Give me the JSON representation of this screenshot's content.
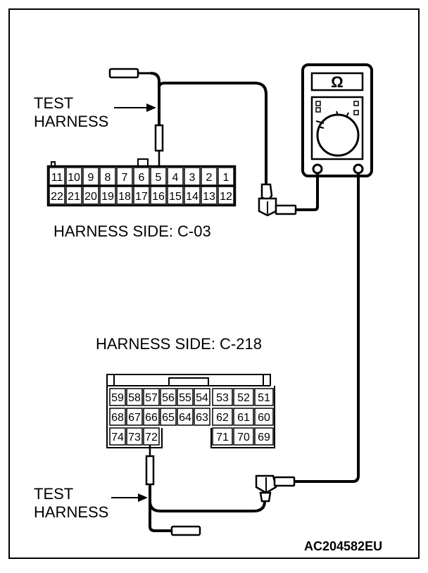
{
  "labels": {
    "test_harness_top": [
      "TEST",
      "HARNESS"
    ],
    "test_harness_bottom": [
      "TEST",
      "HARNESS"
    ],
    "harness_side_c03": "HARNESS SIDE: C-03",
    "harness_side_c218": "HARNESS SIDE: C-218",
    "figure_code": "AC204582EU"
  },
  "meter": {
    "symbol": "Ω"
  },
  "connector_c03": {
    "top_row": [
      "11",
      "10",
      "9",
      "8",
      "7",
      "6",
      "5",
      "4",
      "3",
      "2",
      "1"
    ],
    "bottom_row": [
      "22",
      "21",
      "20",
      "19",
      "18",
      "17",
      "16",
      "15",
      "14",
      "13",
      "12"
    ]
  },
  "connector_c218": {
    "row1": [
      "59",
      "58",
      "57",
      "56",
      "55",
      "54",
      "53",
      "52",
      "51"
    ],
    "row2": [
      "68",
      "67",
      "66",
      "65",
      "64",
      "63",
      "62",
      "61",
      "60"
    ],
    "row3_left": [
      "74",
      "73",
      "72"
    ],
    "row3_right": [
      "71",
      "70",
      "69"
    ]
  }
}
